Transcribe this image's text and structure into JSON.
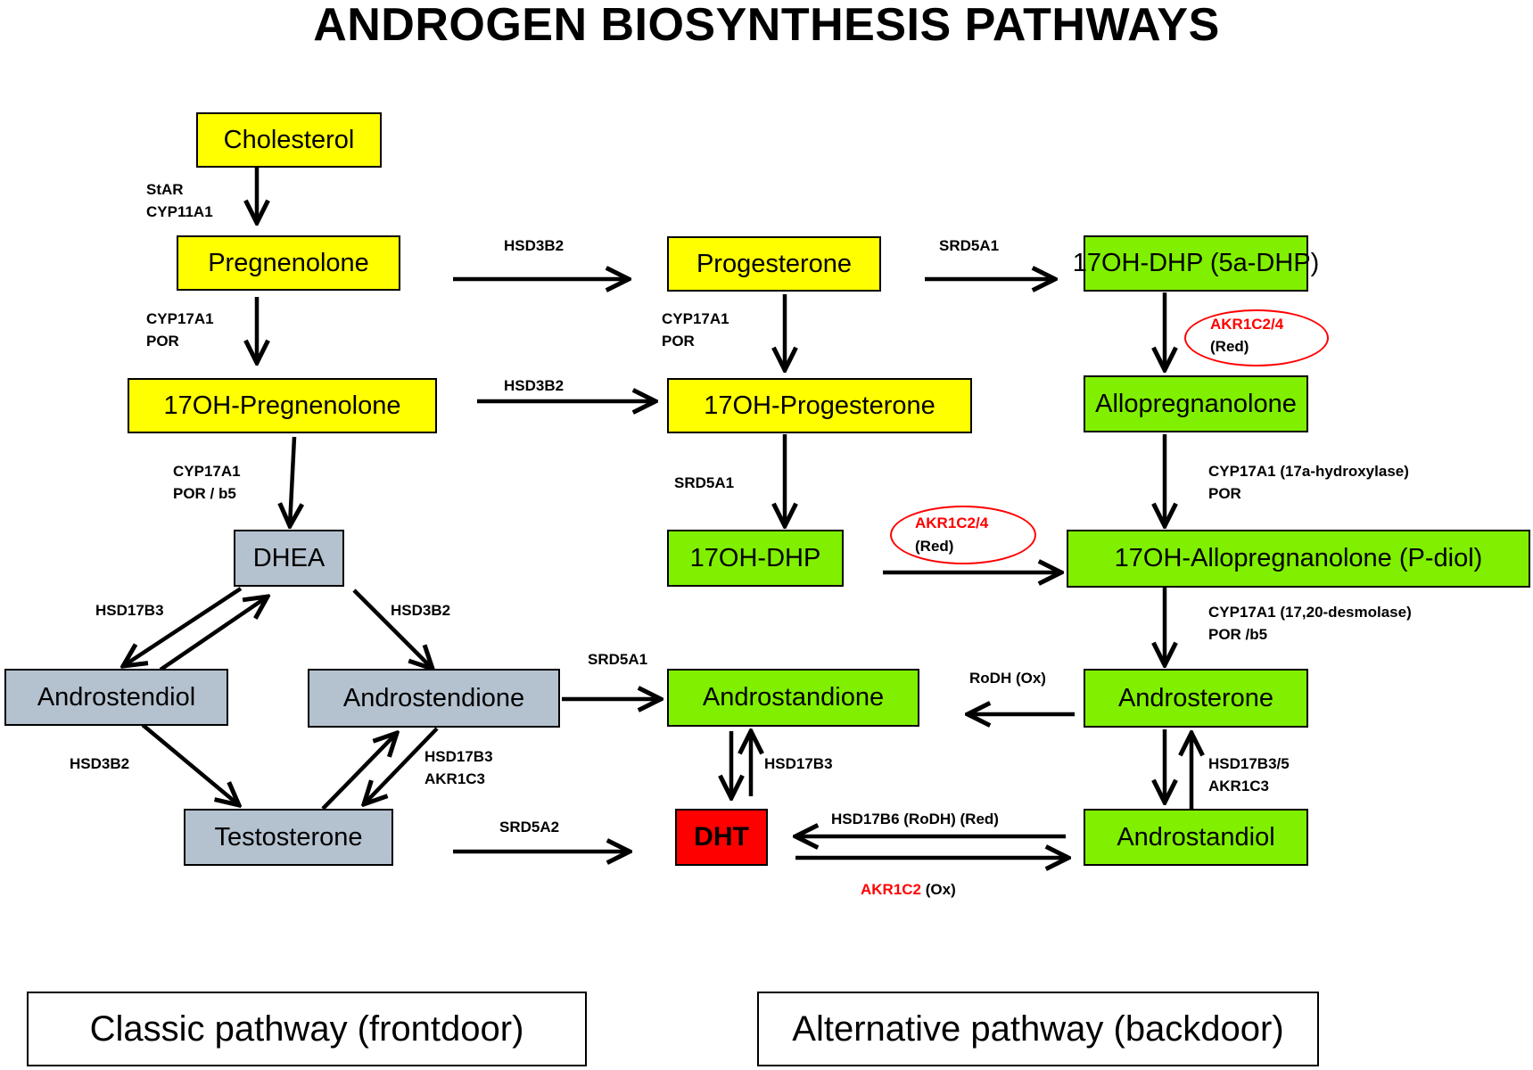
{
  "title": "ANDROGEN BIOSYNTHESIS PATHWAYS",
  "colors": {
    "classic_precursor": "#ffff00",
    "backdoor": "#80f000",
    "androgen": "#b4c1cf",
    "dht": "#ff0000",
    "highlight_text": "#ff0000"
  },
  "nodes": {
    "cholesterol": "Cholesterol",
    "pregnenolone": "Pregnenolone",
    "oh17_pregnenolone": "17OH-Pregnenolone",
    "dhea": "DHEA",
    "androstendiol": "Androstendiol",
    "androstendione": "Androstendione",
    "testosterone": "Testosterone",
    "progesterone": "Progesterone",
    "oh17_progesterone": "17OH-Progesterone",
    "oh17_dhp": "17OH-DHP",
    "androstandione": "Androstandione",
    "dht": "DHT",
    "oh17_dhp_5a": "17OH-DHP (5a-DHP)",
    "allopregnanolone": "Allopregnanolone",
    "oh17_allopregnanolone": "17OH-Allopregnanolone (P-diol)",
    "androsterone": "Androsterone",
    "androstandiol": "Androstandiol"
  },
  "enzymes": {
    "star": "StAR",
    "cyp11a1": "CYP11A1",
    "cyp17a1_a": "CYP17A1",
    "por_a": "POR",
    "cyp17a1_b": "CYP17A1",
    "por_b5": "POR / b5",
    "hsd3b2_preg_prog": "HSD3B2",
    "hsd3b2_17oh": "HSD3B2",
    "cyp17a1_prog": "CYP17A1",
    "por_prog": "POR",
    "srd5a1_prog": "SRD5A1",
    "srd5a1_17ohp": "SRD5A1",
    "hsd17b3_dhea": "HSD17B3",
    "hsd3b2_dhea": "HSD3B2",
    "hsd3b2_diol": "HSD3B2",
    "hsd17b3_t": "HSD17B3",
    "akr1c3_t": "AKR1C3",
    "srd5a1_dione": "SRD5A1",
    "hsd17b3_dht": "HSD17B3",
    "srd5a2": "SRD5A2",
    "akr1c24_a": "AKR1C2/4",
    "red_a": "(Red)",
    "akr1c24_b": "AKR1C2/4",
    "red_b": "(Red)",
    "cyp17a1_hydroxylase": "CYP17A1 (17a-hydroxylase)",
    "por_c": "POR",
    "cyp17a1_desmolase": "CYP17A1 (17,20-desmolase)",
    "por_b5_c": "POR /b5",
    "rodh_ox": "RoDH (Ox)",
    "hsd17b35": "HSD17B3/5",
    "akr1c3_c": "AKR1C3",
    "hsd17b6": "HSD17B6 (RoDH) (Red)",
    "akr1c2": "AKR1C2",
    "ox": "(Ox)"
  },
  "legend": {
    "classic": "Classic pathway (frontdoor)",
    "alternative": "Alternative pathway (backdoor)"
  }
}
